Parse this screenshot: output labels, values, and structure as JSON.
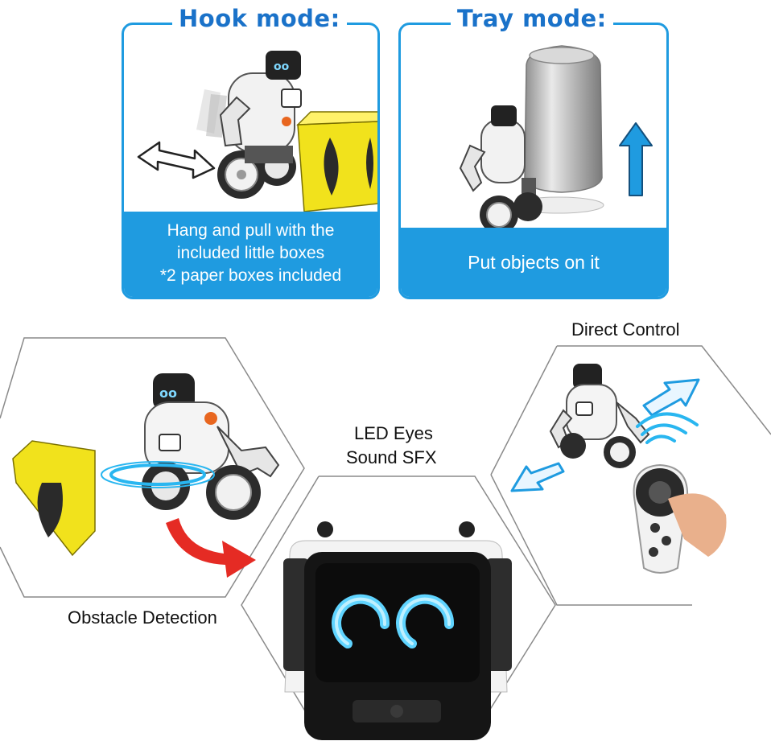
{
  "modes": {
    "hook": {
      "title": "Hook mode:",
      "caption": [
        "Hang and pull with the",
        "included little boxes",
        "*2 paper boxes included"
      ]
    },
    "tray": {
      "title": "Tray mode:",
      "caption": [
        "Put objects on it"
      ]
    }
  },
  "features": {
    "direct_control": "Direct Control",
    "led_eyes": [
      "LED Eyes",
      "Sound SFX"
    ],
    "obstacle_detection": "Obstacle Detection"
  },
  "colors": {
    "brand_blue": "#1f9be0",
    "title_blue": "#1a72c9",
    "box_yellow": "#f1e21c",
    "led_glow": "#5fd4ff",
    "arrow_red": "#e52b24"
  },
  "icons": [
    "robot-icon",
    "paper-box-icon",
    "soda-can-icon",
    "double-arrow-icon",
    "up-arrow-icon",
    "red-arrow-icon",
    "remote-control-icon",
    "signal-waves-icon",
    "led-eyes-icon"
  ]
}
